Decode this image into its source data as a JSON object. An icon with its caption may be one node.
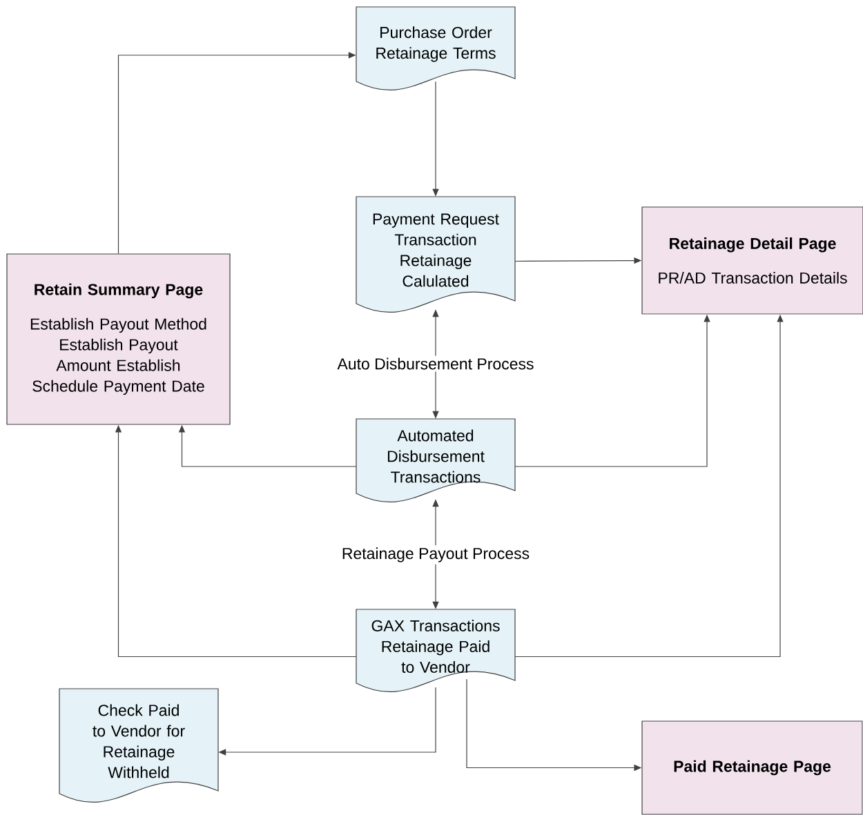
{
  "diagram": {
    "nodes": [
      {
        "text": [
          "Purchase Order Retainage Terms"
        ]
      },
      {
        "text": [
          "Payment Request Transaction Retainage Calulated"
        ]
      },
      {
        "text": [
          "Retainage Detail Page",
          "PR/AD Transaction Details"
        ]
      },
      {
        "text": [
          "Retain Summary Page",
          "Establish Payout Method Establish Payout Amount Establish Schedule Payment Date"
        ]
      },
      {
        "text": [
          "Automated Disbursement Transactions"
        ]
      },
      {
        "text": [
          "GAX Transactions Retainage Paid to Vendor"
        ]
      },
      {
        "text": [
          "Check Paid to Vendor for Retainage Withheld"
        ]
      },
      {
        "text": [
          "Paid Retainage Page"
        ]
      }
    ],
    "edges": [
      {
        "from": 0,
        "to": 1,
        "arrow": "to"
      },
      {
        "from": 3,
        "to": 0,
        "arrow": "to"
      },
      {
        "from": 1,
        "to": 2,
        "arrow": "to"
      },
      {
        "from": 1,
        "to": 4,
        "arrow": "both",
        "label": "Auto Disbursement Process"
      },
      {
        "from": 4,
        "to": 3,
        "arrow": "to"
      },
      {
        "from": 4,
        "to": 2,
        "arrow": "to"
      },
      {
        "from": 4,
        "to": 5,
        "arrow": "both",
        "label": "Retainage Payout Process"
      },
      {
        "from": 5,
        "to": 3,
        "arrow": "to"
      },
      {
        "from": 5,
        "to": 2,
        "arrow": "to"
      },
      {
        "from": 5,
        "to": 6,
        "arrow": "to"
      },
      {
        "from": 5,
        "to": 7,
        "arrow": "to"
      }
    ]
  }
}
